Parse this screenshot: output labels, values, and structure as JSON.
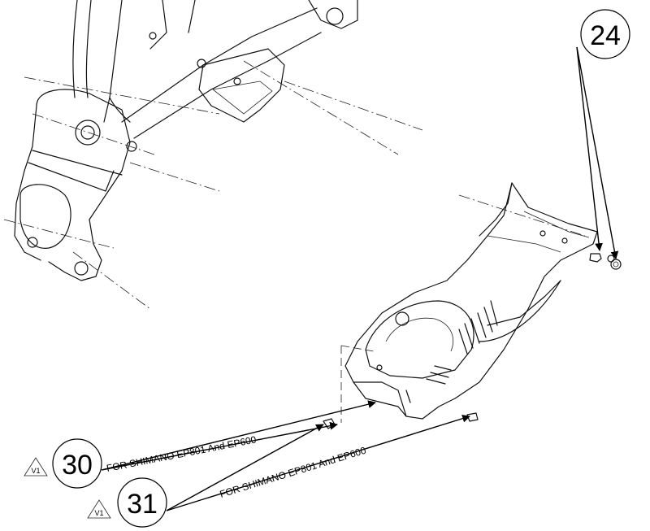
{
  "callouts": [
    {
      "number": "24"
    },
    {
      "number": "30",
      "revision": "V1",
      "note": "FOR SHIMANO EP801 And EP600"
    },
    {
      "number": "31",
      "revision": "V1",
      "note": "FOR SHIMANO EP801 And EP600"
    }
  ]
}
